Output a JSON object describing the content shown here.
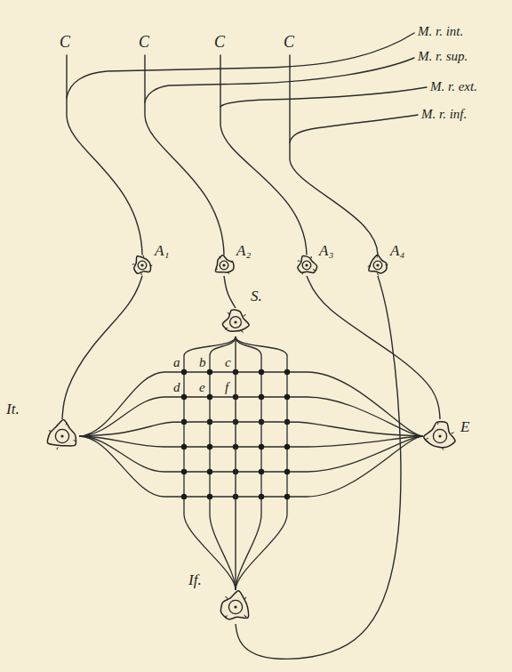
{
  "diagram": {
    "nodes": [
      {
        "text": [
          "A₁"
        ]
      },
      {
        "text": [
          "A₂"
        ]
      },
      {
        "text": [
          "A₃"
        ]
      },
      {
        "text": [
          "A₄"
        ]
      },
      {
        "text": [
          "S."
        ]
      },
      {
        "text": [
          "It."
        ]
      },
      {
        "text": [
          "E"
        ]
      },
      {
        "text": [
          "If."
        ]
      }
    ],
    "edges": [
      {
        "from": 0,
        "to": 5,
        "arrow": "none"
      },
      {
        "from": 1,
        "to": 4,
        "arrow": "none"
      },
      {
        "from": 2,
        "to": 6,
        "arrow": "none"
      },
      {
        "from": 3,
        "to": 7,
        "arrow": "none"
      },
      {
        "from": 4,
        "to": 7,
        "arrow": "none"
      },
      {
        "from": 5,
        "to": 6,
        "arrow": "none"
      }
    ],
    "labels": [
      "C",
      "C",
      "C",
      "C",
      "M. r. int.",
      "M. r. sup.",
      "M. r. ext.",
      "M. r. inf.",
      "a",
      "b",
      "c",
      "d",
      "e",
      "f"
    ]
  }
}
